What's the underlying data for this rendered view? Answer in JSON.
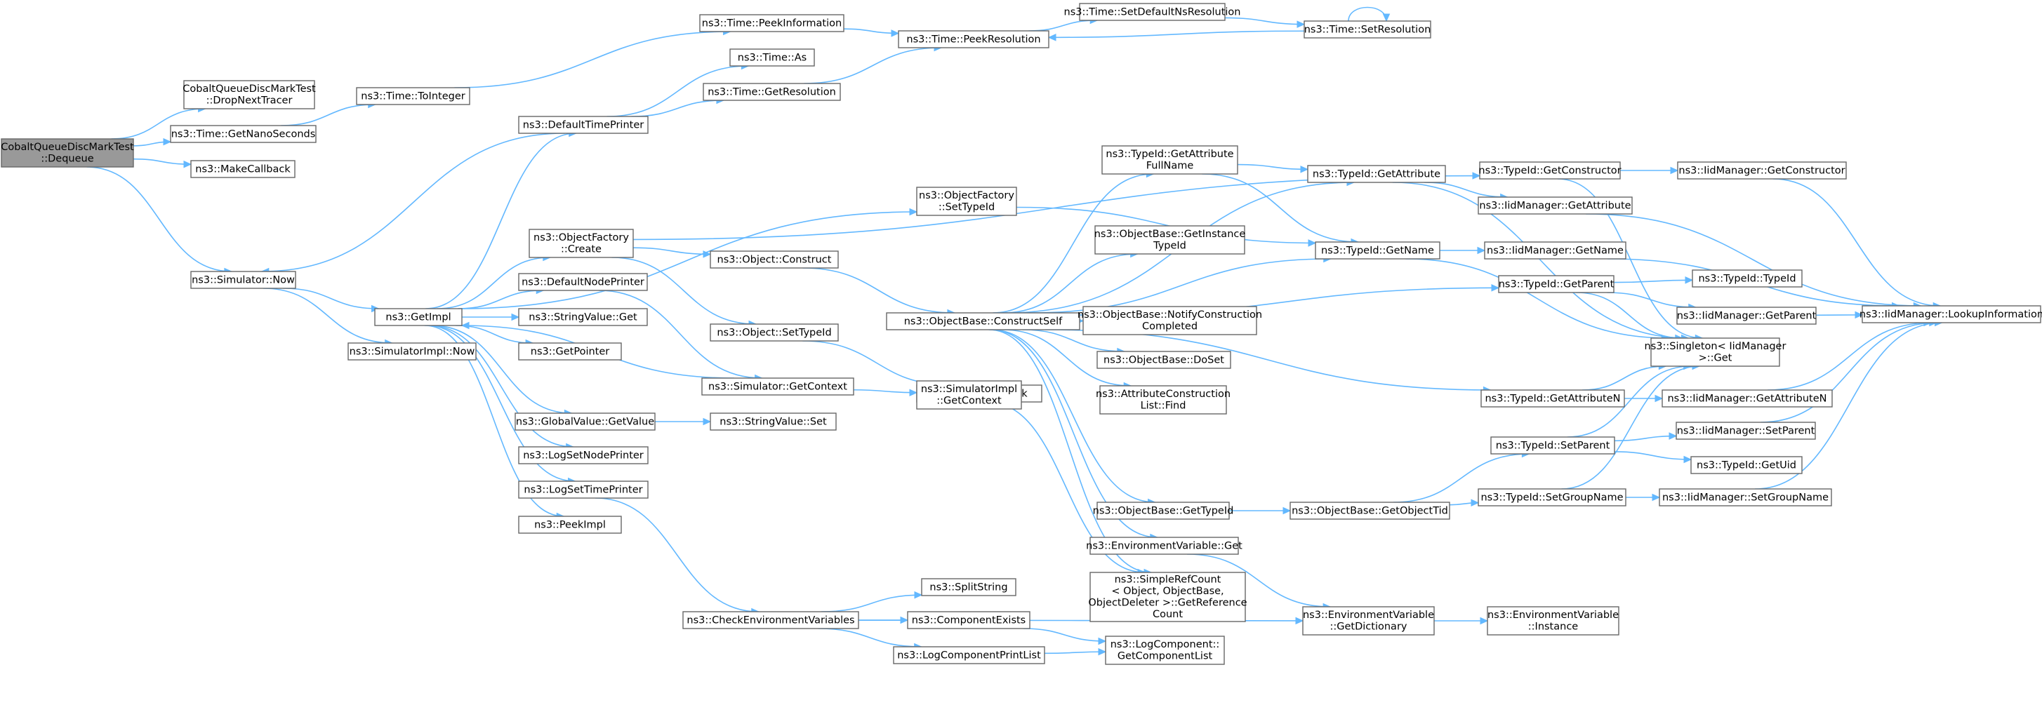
{
  "graph": {
    "edge_color": "#63b8ff",
    "node_border_color": "#666666",
    "root_fill_color": "#999999",
    "nodes": [
      {
        "id": "root",
        "lines": [
          "CobaltQueueDiscMarkTest",
          "::Dequeue"
        ]
      },
      {
        "id": "dropnext",
        "lines": [
          "CobaltQueueDiscMarkTest",
          "::DropNextTracer"
        ]
      },
      {
        "id": "getnano",
        "lines": [
          "ns3::Time::GetNanoSeconds"
        ]
      },
      {
        "id": "makecb",
        "lines": [
          "ns3::MakeCallback"
        ]
      },
      {
        "id": "simnow",
        "lines": [
          "ns3::Simulator::Now"
        ]
      },
      {
        "id": "tointeger",
        "lines": [
          "ns3::Time::ToInteger"
        ]
      },
      {
        "id": "peekinfo",
        "lines": [
          "ns3::Time::PeekInformation"
        ]
      },
      {
        "id": "timeas",
        "lines": [
          "ns3::Time::As"
        ]
      },
      {
        "id": "getres",
        "lines": [
          "ns3::Time::GetResolution"
        ]
      },
      {
        "id": "peekres",
        "lines": [
          "ns3::Time::PeekResolution"
        ]
      },
      {
        "id": "setdefns",
        "lines": [
          "ns3::Time::SetDefaultNsResolution"
        ]
      },
      {
        "id": "setres",
        "lines": [
          "ns3::Time::SetResolution"
        ]
      },
      {
        "id": "deftp",
        "lines": [
          "ns3::DefaultTimePrinter"
        ]
      },
      {
        "id": "getimpl",
        "lines": [
          "ns3::GetImpl"
        ]
      },
      {
        "id": "simimplnow",
        "lines": [
          "ns3::SimulatorImpl::Now"
        ]
      },
      {
        "id": "ofcreate",
        "lines": [
          "ns3::ObjectFactory",
          "::Create"
        ]
      },
      {
        "id": "defnp",
        "lines": [
          "ns3::DefaultNodePrinter"
        ]
      },
      {
        "id": "svget",
        "lines": [
          "ns3::StringValue::Get"
        ]
      },
      {
        "id": "getptr",
        "lines": [
          "ns3::GetPointer"
        ]
      },
      {
        "id": "simgetctx",
        "lines": [
          "ns3::Simulator::GetContext"
        ]
      },
      {
        "id": "gvget",
        "lines": [
          "ns3::GlobalValue::GetValue"
        ]
      },
      {
        "id": "logsetnp",
        "lines": [
          "ns3::LogSetNodePrinter"
        ]
      },
      {
        "id": "logsettp",
        "lines": [
          "ns3::LogSetTimePrinter"
        ]
      },
      {
        "id": "peekimpl",
        "lines": [
          "ns3::PeekImpl"
        ]
      },
      {
        "id": "ofsettid",
        "lines": [
          "ns3::ObjectFactory",
          "::SetTypeId"
        ]
      },
      {
        "id": "objconstruct",
        "lines": [
          "ns3::Object::Construct"
        ]
      },
      {
        "id": "objsettid",
        "lines": [
          "ns3::Object::SetTypeId"
        ]
      },
      {
        "id": "objcheck",
        "lines": [
          "ns3::Object::Check"
        ]
      },
      {
        "id": "svset",
        "lines": [
          "ns3::StringValue::Set"
        ]
      },
      {
        "id": "simimplgetctx",
        "lines": [
          "ns3::SimulatorImpl",
          "::GetContext"
        ]
      },
      {
        "id": "checkenv",
        "lines": [
          "ns3::CheckEnvironmentVariables"
        ]
      },
      {
        "id": "splitstr",
        "lines": [
          "ns3::SplitString"
        ]
      },
      {
        "id": "compexists",
        "lines": [
          "ns3::ComponentExists"
        ]
      },
      {
        "id": "logcompprint",
        "lines": [
          "ns3::LogComponentPrintList"
        ]
      },
      {
        "id": "logcompget",
        "lines": [
          "ns3::LogComponent::",
          "GetComponentList"
        ]
      },
      {
        "id": "tidgetattrfull",
        "lines": [
          "ns3::TypeId::GetAttribute",
          "FullName"
        ]
      },
      {
        "id": "obgetinst",
        "lines": [
          "ns3::ObjectBase::GetInstance",
          "TypeId"
        ]
      },
      {
        "id": "obconstructself",
        "lines": [
          "ns3::ObjectBase::ConstructSelf"
        ]
      },
      {
        "id": "obnotify",
        "lines": [
          "ns3::ObjectBase::NotifyConstruction",
          "Completed"
        ]
      },
      {
        "id": "obdoset",
        "lines": [
          "ns3::ObjectBase::DoSet"
        ]
      },
      {
        "id": "attrconstfind",
        "lines": [
          "ns3::AttributeConstruction",
          "List::Find"
        ]
      },
      {
        "id": "obgettid",
        "lines": [
          "ns3::ObjectBase::GetTypeId"
        ]
      },
      {
        "id": "envget",
        "lines": [
          "ns3::EnvironmentVariable::Get"
        ]
      },
      {
        "id": "simplerefcount",
        "lines": [
          "ns3::SimpleRefCount",
          "< Object, ObjectBase,",
          "ObjectDeleter >::GetReference",
          "Count"
        ]
      },
      {
        "id": "tidgetattr",
        "lines": [
          "ns3::TypeId::GetAttribute"
        ]
      },
      {
        "id": "tidgetname",
        "lines": [
          "ns3::TypeId::GetName"
        ]
      },
      {
        "id": "obgetobjtid",
        "lines": [
          "ns3::ObjectBase::GetObjectTid"
        ]
      },
      {
        "id": "envgetdict",
        "lines": [
          "ns3::EnvironmentVariable",
          "::GetDictionary"
        ]
      },
      {
        "id": "envinstance",
        "lines": [
          "ns3::EnvironmentVariable",
          "::Instance"
        ]
      },
      {
        "id": "tidgetctor",
        "lines": [
          "ns3::TypeId::GetConstructor"
        ]
      },
      {
        "id": "iidgetattr",
        "lines": [
          "ns3::IidManager::GetAttribute"
        ]
      },
      {
        "id": "iidgetname",
        "lines": [
          "ns3::IidManager::GetName"
        ]
      },
      {
        "id": "tidgetparent",
        "lines": [
          "ns3::TypeId::GetParent"
        ]
      },
      {
        "id": "tidgetattrn",
        "lines": [
          "ns3::TypeId::GetAttributeN"
        ]
      },
      {
        "id": "tidsetparent",
        "lines": [
          "ns3::TypeId::SetParent"
        ]
      },
      {
        "id": "tidsetgroup",
        "lines": [
          "ns3::TypeId::SetGroupName"
        ]
      },
      {
        "id": "iidgetctor",
        "lines": [
          "ns3::IidManager::GetConstructor"
        ]
      },
      {
        "id": "tidtid",
        "lines": [
          "ns3::TypeId::TypeId"
        ]
      },
      {
        "id": "iidgetparent",
        "lines": [
          "ns3::IidManager::GetParent"
        ]
      },
      {
        "id": "singletonget",
        "lines": [
          "ns3::Singleton< IidManager",
          ">::Get"
        ]
      },
      {
        "id": "iidgetattrn",
        "lines": [
          "ns3::IidManager::GetAttributeN"
        ]
      },
      {
        "id": "iidsetparent",
        "lines": [
          "ns3::IidManager::SetParent"
        ]
      },
      {
        "id": "tidgetuid",
        "lines": [
          "ns3::TypeId::GetUid"
        ]
      },
      {
        "id": "iidsetgroup",
        "lines": [
          "ns3::IidManager::SetGroupName"
        ]
      },
      {
        "id": "iidlookup",
        "lines": [
          "ns3::IidManager::LookupInformation"
        ]
      }
    ],
    "edges": [
      [
        "root",
        "dropnext"
      ],
      [
        "root",
        "getnano"
      ],
      [
        "root",
        "makecb"
      ],
      [
        "root",
        "simnow"
      ],
      [
        "getnano",
        "tointeger"
      ],
      [
        "tointeger",
        "peekinfo"
      ],
      [
        "peekinfo",
        "peekres"
      ],
      [
        "getres",
        "peekres"
      ],
      [
        "peekres",
        "setdefns"
      ],
      [
        "setdefns",
        "setres"
      ],
      [
        "setres",
        "peekres"
      ],
      [
        "setres",
        "setres"
      ],
      [
        "deftp",
        "timeas"
      ],
      [
        "deftp",
        "getres"
      ],
      [
        "deftp",
        "simnow"
      ],
      [
        "simnow",
        "getimpl"
      ],
      [
        "simnow",
        "simimplnow"
      ],
      [
        "getimpl",
        "deftp"
      ],
      [
        "getimpl",
        "ofcreate"
      ],
      [
        "getimpl",
        "defnp"
      ],
      [
        "getimpl",
        "svget"
      ],
      [
        "getimpl",
        "getptr"
      ],
      [
        "getimpl",
        "gvget"
      ],
      [
        "getimpl",
        "logsetnp"
      ],
      [
        "getimpl",
        "logsettp"
      ],
      [
        "getimpl",
        "peekimpl"
      ],
      [
        "getimpl",
        "ofsettid"
      ],
      [
        "ofcreate",
        "objconstruct"
      ],
      [
        "ofcreate",
        "objsettid"
      ],
      [
        "ofcreate",
        "tidgetctor"
      ],
      [
        "defnp",
        "simgetctx"
      ],
      [
        "simgetctx",
        "getimpl"
      ],
      [
        "simgetctx",
        "simimplgetctx"
      ],
      [
        "gvget",
        "svset"
      ],
      [
        "logsettp",
        "checkenv"
      ],
      [
        "objconstruct",
        "obconstructself"
      ],
      [
        "objsettid",
        "objcheck"
      ],
      [
        "ofsettid",
        "tidgetname"
      ],
      [
        "objcheck",
        "simplerefcount"
      ],
      [
        "checkenv",
        "splitstr"
      ],
      [
        "checkenv",
        "compexists"
      ],
      [
        "checkenv",
        "logcompprint"
      ],
      [
        "checkenv",
        "envgetdict"
      ],
      [
        "compexists",
        "logcompget"
      ],
      [
        "logcompprint",
        "logcompget"
      ],
      [
        "obconstructself",
        "tidgetattrfull"
      ],
      [
        "obconstructself",
        "obgetinst"
      ],
      [
        "obconstructself",
        "obnotify"
      ],
      [
        "obconstructself",
        "obdoset"
      ],
      [
        "obconstructself",
        "attrconstfind"
      ],
      [
        "obconstructself",
        "obgettid"
      ],
      [
        "obconstructself",
        "envget"
      ],
      [
        "obconstructself",
        "simplerefcount"
      ],
      [
        "obconstructself",
        "tidgetattr"
      ],
      [
        "obconstructself",
        "tidgetname"
      ],
      [
        "obconstructself",
        "tidgetparent"
      ],
      [
        "obconstructself",
        "tidgetattrn"
      ],
      [
        "tidgetattrfull",
        "tidgetattr"
      ],
      [
        "tidgetattrfull",
        "tidgetname"
      ],
      [
        "tidgetattr",
        "iidgetattr"
      ],
      [
        "tidgetattr",
        "singletonget"
      ],
      [
        "tidgetname",
        "iidgetname"
      ],
      [
        "tidgetname",
        "singletonget"
      ],
      [
        "obgettid",
        "obgetobjtid"
      ],
      [
        "obgetobjtid",
        "tidsetgroup"
      ],
      [
        "obgetobjtid",
        "tidsetparent"
      ],
      [
        "envget",
        "envgetdict"
      ],
      [
        "envgetdict",
        "envinstance"
      ],
      [
        "tidgetctor",
        "iidgetctor"
      ],
      [
        "tidgetctor",
        "singletonget"
      ],
      [
        "tidgetparent",
        "tidtid"
      ],
      [
        "tidgetparent",
        "iidgetparent"
      ],
      [
        "tidgetparent",
        "singletonget"
      ],
      [
        "tidgetattrn",
        "iidgetattrn"
      ],
      [
        "tidgetattrn",
        "singletonget"
      ],
      [
        "tidsetparent",
        "iidsetparent"
      ],
      [
        "tidsetparent",
        "tidgetuid"
      ],
      [
        "tidsetparent",
        "singletonget"
      ],
      [
        "tidsetgroup",
        "iidsetgroup"
      ],
      [
        "tidsetgroup",
        "singletonget"
      ],
      [
        "iidgetctor",
        "iidlookup"
      ],
      [
        "iidgetattr",
        "iidlookup"
      ],
      [
        "iidgetname",
        "iidlookup"
      ],
      [
        "iidgetparent",
        "iidlookup"
      ],
      [
        "iidgetattrn",
        "iidlookup"
      ],
      [
        "iidsetparent",
        "iidlookup"
      ],
      [
        "iidsetgroup",
        "iidlookup"
      ]
    ]
  }
}
